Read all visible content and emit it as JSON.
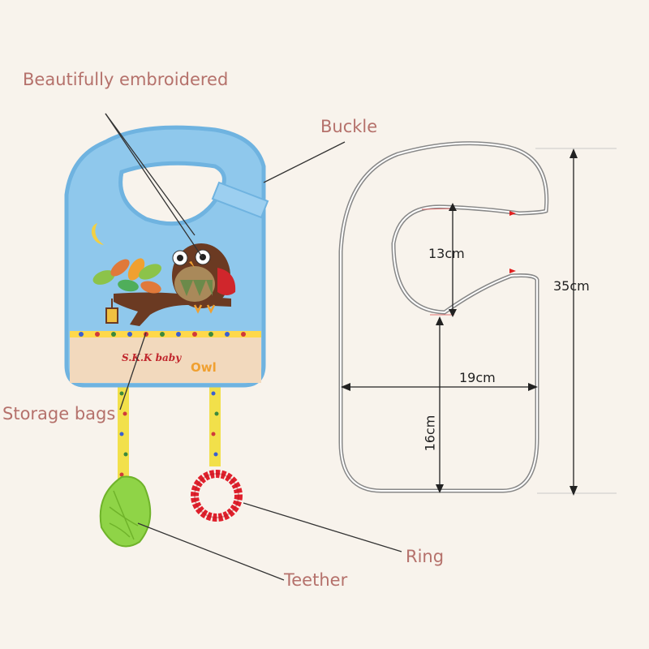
{
  "colors": {
    "background": "#f8f3ec",
    "callout_text": "#b5716b",
    "bib_blue": "#8fc8ec",
    "bib_trim": "#6fb3e0",
    "bib_band": "#f2d9bd",
    "outline": "#777777",
    "ring_red": "#e0202c",
    "teether_green": "#8fd447"
  },
  "callouts": {
    "embroidered": "Beautifully embroidered",
    "buckle": "Buckle",
    "storage": "Storage bags",
    "ring": "Ring",
    "teether": "Teether"
  },
  "bib_print": {
    "brand": "S.K.K baby",
    "motif": "Owl"
  },
  "dimensions": {
    "neck": "13cm",
    "height": "35cm",
    "width": "19cm",
    "lower": "16cm"
  }
}
